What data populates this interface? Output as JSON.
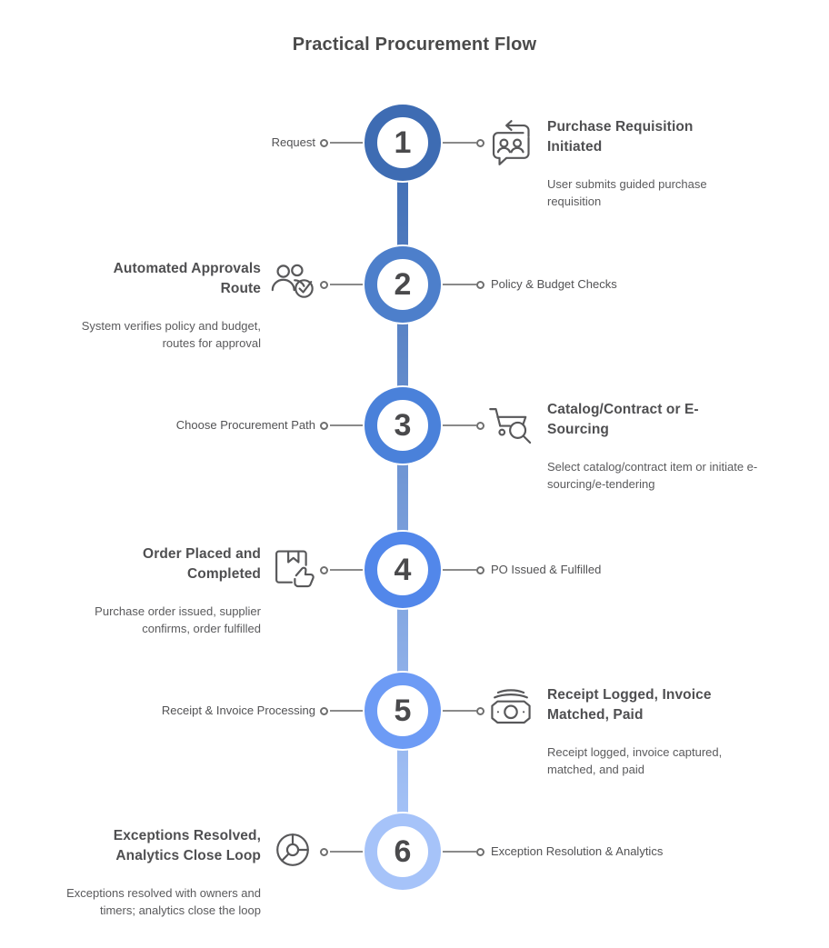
{
  "title": "Practical Procurement Flow",
  "colors": {
    "title": "#4a4a4a",
    "heading": "#4f4f51",
    "body": "#5a5a5c",
    "label": "#525254",
    "number": "#4a4a4c",
    "connector": "#8a8a8a",
    "dot_border": "#6f6f6f",
    "line_gradient_start": "#3e6cb3",
    "line_gradient_end": "#a9c6fa",
    "icon": "#58585a"
  },
  "steps": [
    {
      "number": "1",
      "ring_color": "#3e6cb3",
      "label": "Request",
      "icon": "chat-people-icon",
      "heading": "Purchase Requisition Initiated",
      "description": "User submits guided purchase requisition",
      "content_side": "right"
    },
    {
      "number": "2",
      "ring_color": "#4d7fcb",
      "label": "Policy & Budget Checks",
      "icon": "people-check-icon",
      "heading": "Automated Approvals Route",
      "description": "System verifies policy and budget, routes for approval",
      "content_side": "left"
    },
    {
      "number": "3",
      "ring_color": "#4a81da",
      "label": "Choose Procurement Path",
      "icon": "cart-search-icon",
      "heading": "Catalog/Contract or E-Sourcing",
      "description": "Select catalog/contract item or initiate e-sourcing/e-tendering",
      "content_side": "right"
    },
    {
      "number": "4",
      "ring_color": "#5287ea",
      "label": "PO Issued & Fulfilled",
      "icon": "box-thumbs-up-icon",
      "heading": "Order Placed and Completed",
      "description": "Purchase order issued, supplier confirms, order fulfilled",
      "content_side": "left"
    },
    {
      "number": "5",
      "ring_color": "#6d9bf5",
      "label": "Receipt & Invoice Processing",
      "icon": "cash-stack-icon",
      "heading": "Receipt Logged, Invoice Matched, Paid",
      "description": "Receipt logged, invoice captured, matched, and paid",
      "content_side": "right"
    },
    {
      "number": "6",
      "ring_color": "#a6c3f9",
      "label": "Exception Resolution & Analytics",
      "icon": "donut-chart-icon",
      "heading": "Exceptions Resolved, Analytics Close Loop",
      "description": "Exceptions resolved with owners and timers; analytics close the loop",
      "content_side": "left"
    }
  ]
}
